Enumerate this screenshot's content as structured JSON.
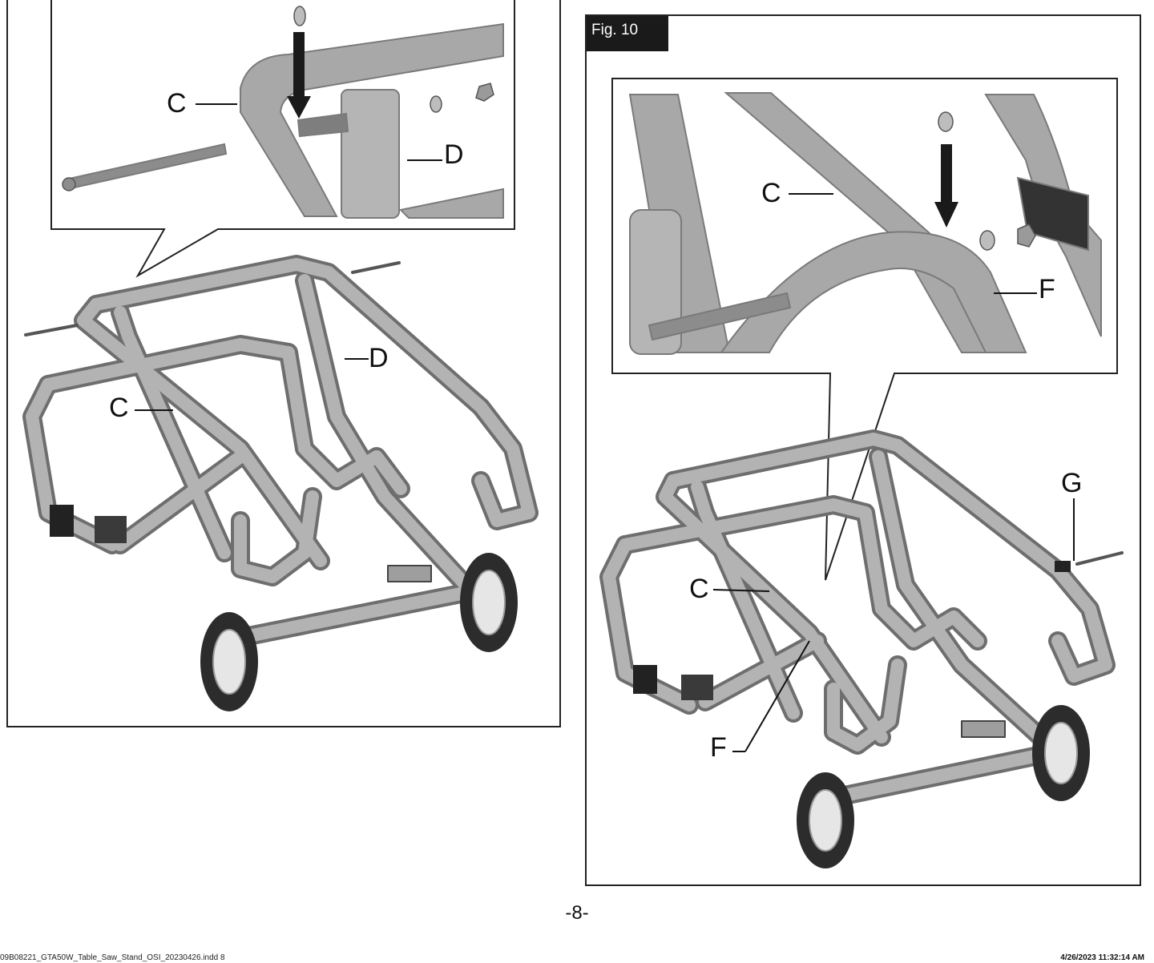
{
  "figure_right": {
    "tag": "Fig. 10"
  },
  "labels": {
    "C": "C",
    "D": "D",
    "F": "F",
    "G": "G"
  },
  "page_number": "-8-",
  "footer": {
    "file_name": "09B08221_GTA50W_Table_Saw_Stand_OSI_20230426.indd   8",
    "timestamp": "4/26/2023 11:32:14 AM"
  },
  "colors": {
    "frame": "#9a9a9a",
    "frame_dark": "#6e6e6e",
    "ink": "#111111",
    "tag_bg": "#1a1a1a"
  }
}
